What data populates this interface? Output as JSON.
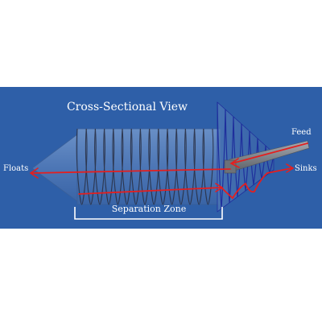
{
  "diagram": {
    "title": "Cross-Sectional View",
    "labels": {
      "floats": "Floats",
      "sinks": "Sinks",
      "feed": "Feed",
      "separation_zone": "Separation Zone"
    },
    "colors": {
      "background": "#2e5fa8",
      "page": "#ffffff",
      "body_fill": "#5f86bf",
      "helix": "#2a3146",
      "cone_helix": "#1f2f9c",
      "flow": "#e41f1f",
      "feed_pipe": "#7a7f86",
      "text": "#ffffff"
    }
  }
}
